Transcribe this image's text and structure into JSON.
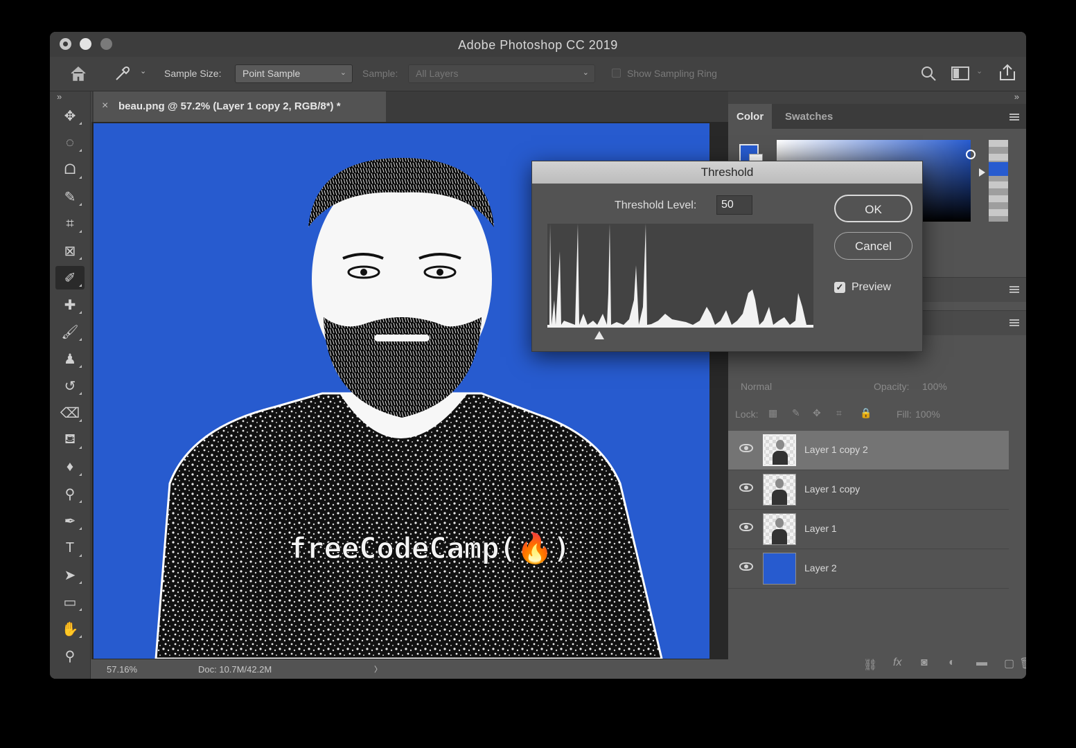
{
  "window": {
    "title": "Adobe Photoshop CC 2019"
  },
  "options_bar": {
    "sample_size_label": "Sample Size:",
    "sample_size_value": "Point Sample",
    "sample_label": "Sample:",
    "sample_value": "All Layers",
    "show_sampling_ring_label": "Show Sampling Ring"
  },
  "document_tab": {
    "title": "beau.png @ 57.2% (Layer 1 copy 2, RGB/8*) *",
    "close": "×"
  },
  "tools": [
    {
      "name": "move-tool",
      "glyph": "✥"
    },
    {
      "name": "marquee-tool",
      "glyph": "◌"
    },
    {
      "name": "lasso-tool",
      "glyph": "ᗝ"
    },
    {
      "name": "quick-selection-tool",
      "glyph": "✎"
    },
    {
      "name": "crop-tool",
      "glyph": "⌗"
    },
    {
      "name": "frame-tool",
      "glyph": "⊠"
    },
    {
      "name": "eyedropper-tool",
      "glyph": "✐"
    },
    {
      "name": "healing-brush-tool",
      "glyph": "✚"
    },
    {
      "name": "brush-tool",
      "glyph": "🖌"
    },
    {
      "name": "clone-stamp-tool",
      "glyph": "♟"
    },
    {
      "name": "history-brush-tool",
      "glyph": "↺"
    },
    {
      "name": "eraser-tool",
      "glyph": "⌫"
    },
    {
      "name": "paint-bucket-tool",
      "glyph": "⛾"
    },
    {
      "name": "blur-tool",
      "glyph": "♦"
    },
    {
      "name": "dodge-tool",
      "glyph": "⚲"
    },
    {
      "name": "pen-tool",
      "glyph": "✒"
    },
    {
      "name": "type-tool",
      "glyph": "T"
    },
    {
      "name": "path-selection-tool",
      "glyph": "➤"
    },
    {
      "name": "rectangle-tool",
      "glyph": "▭"
    },
    {
      "name": "hand-tool",
      "glyph": "✋"
    },
    {
      "name": "zoom-tool",
      "glyph": "⚲"
    }
  ],
  "canvas": {
    "shirt_text": "freeCodeCamp(🔥)"
  },
  "status": {
    "zoom": "57.16%",
    "doc": "Doc: 10.7M/42.2M",
    "arrow": "〉"
  },
  "color_panel": {
    "tabs": [
      "Color",
      "Swatches"
    ],
    "fg": "#275bcf",
    "bg": "#ffffff"
  },
  "layers_panel": {
    "blend_mode": "Normal",
    "opacity_label": "Opacity:",
    "opacity_value": "100%",
    "lock_label": "Lock:",
    "fill_label": "Fill:",
    "fill_value": "100%",
    "layers": [
      {
        "name": "Layer 1 copy 2",
        "selected": true
      },
      {
        "name": "Layer 1 copy",
        "selected": false
      },
      {
        "name": "Layer 1",
        "selected": false
      },
      {
        "name": "Layer 2",
        "selected": false
      }
    ]
  },
  "threshold_dialog": {
    "title": "Threshold",
    "level_label": "Threshold Level:",
    "level_value": "50",
    "ok_label": "OK",
    "cancel_label": "Cancel",
    "preview_label": "Preview",
    "preview_checked": true,
    "slider_level": 50
  }
}
